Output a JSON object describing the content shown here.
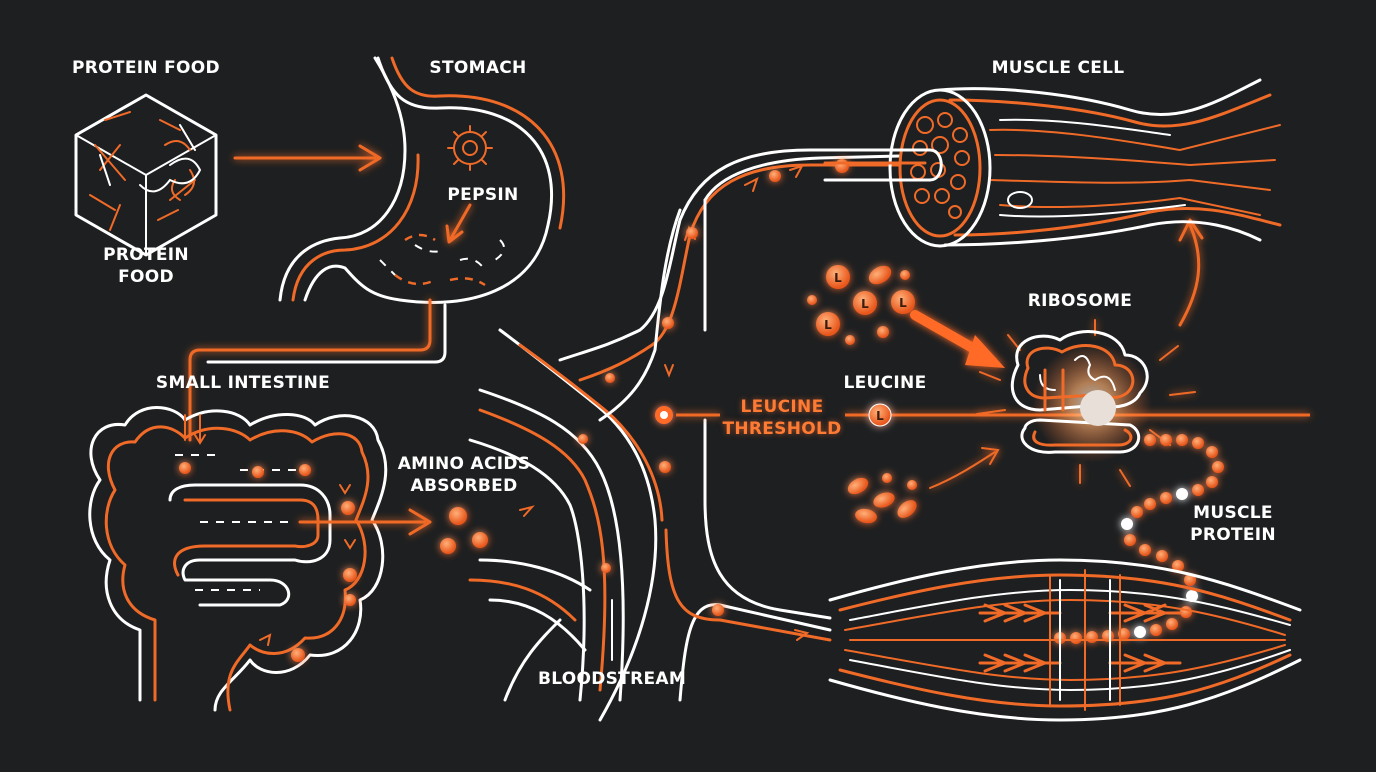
{
  "labels": {
    "protein_food_title": "PROTEIN FOOD",
    "protein_food_line1": "PROTEIN",
    "protein_food_line2": "FOOD",
    "stomach": "STOMACH",
    "pepsin": "PEPSIN",
    "small_intestine": "SMALL INTESTINE",
    "amino_acids_line1": "AMINO ACIDS",
    "amino_acids_line2": "ABSORBED",
    "bloodstream": "BLOODSTREAM",
    "leucine_threshold_line1": "LEUCINE",
    "leucine_threshold_line2": "THRESHOLD",
    "leucine": "LEUCINE",
    "muscle_cell": "MUSCLE CELL",
    "ribosome": "RIBOSOME",
    "muscle_protein_line1": "MUSCLE",
    "muscle_protein_line2": "PROTEIN",
    "leucine_symbol": "L"
  },
  "colors": {
    "background": "#1d1f21",
    "accent": "#f06a28",
    "line": "#ffffff"
  }
}
